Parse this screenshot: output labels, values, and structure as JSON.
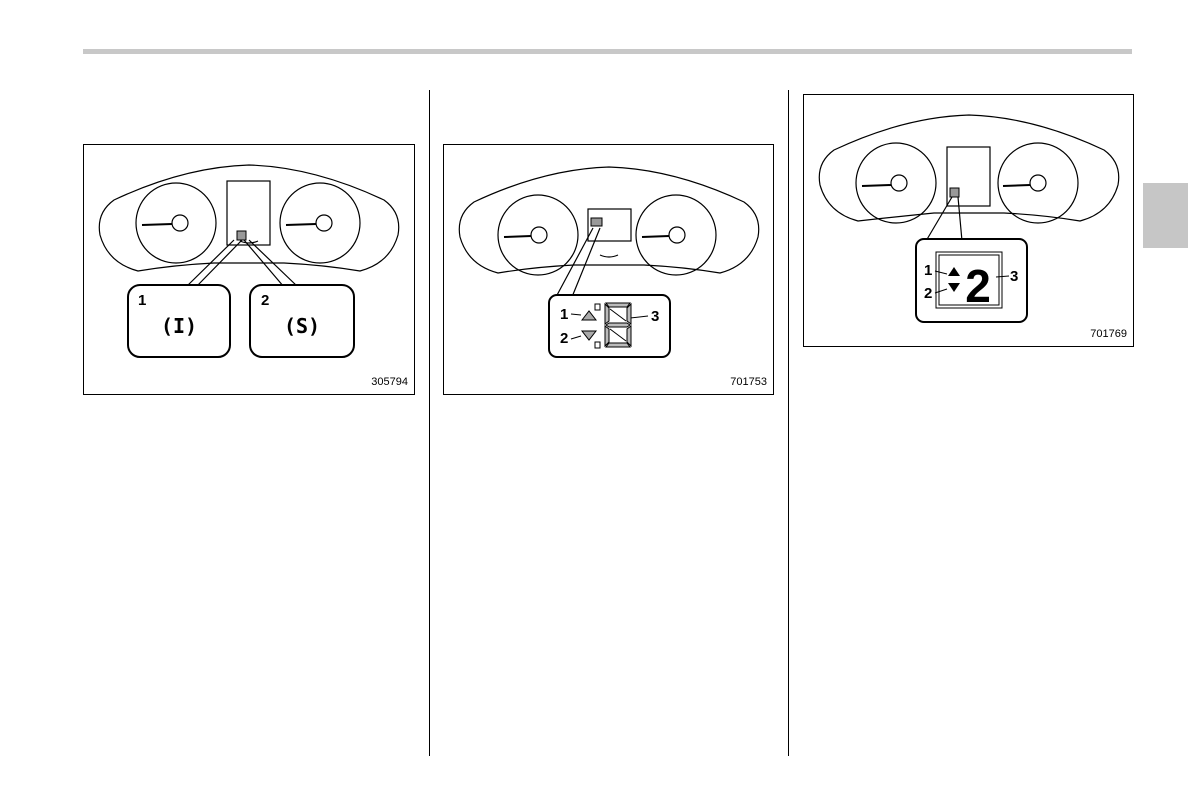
{
  "figures": [
    {
      "code": "305794",
      "callouts": [
        {
          "number": "1",
          "text": "(I)"
        },
        {
          "number": "2",
          "text": "(S)"
        }
      ]
    },
    {
      "code": "701753",
      "callouts": [
        {
          "number": "1"
        },
        {
          "number": "2"
        },
        {
          "number": "3"
        }
      ]
    },
    {
      "code": "701769",
      "callouts": [
        {
          "number": "1"
        },
        {
          "number": "2"
        },
        {
          "number": "3"
        }
      ],
      "display_digit": "2"
    }
  ],
  "icons": {
    "up_arrow": "triangle-up-icon",
    "down_arrow": "triangle-down-icon"
  }
}
